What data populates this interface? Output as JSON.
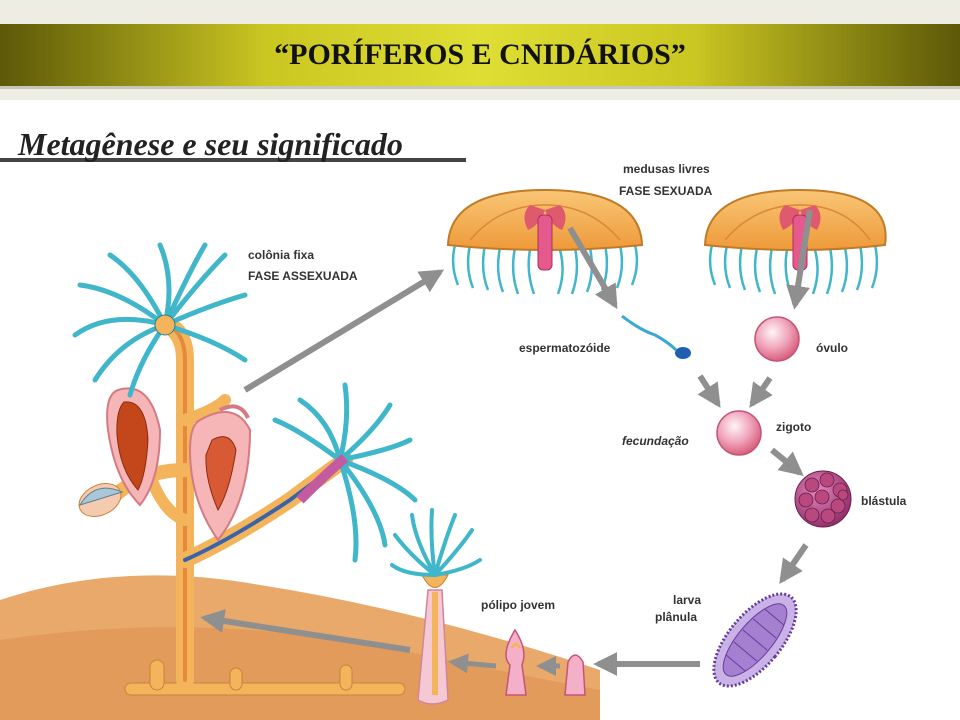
{
  "header": {
    "title": "“PORÍFEROS E CNIDÁRIOS”"
  },
  "section": {
    "subtitle": "Metagênese e seu significado"
  },
  "labels": {
    "colonia_fixa": "colônia fixa",
    "fase_assexuada": "FASE ASSEXUADA",
    "medusas_livres": "medusas livres",
    "fase_sexuada": "FASE SEXUADA",
    "espermatozoide": "espermatozóide",
    "ovulo": "óvulo",
    "zigoto": "zigoto",
    "fecundacao": "fecundação",
    "blastula": "blástula",
    "larva": "larva",
    "planula": "plânula",
    "polipo_jovem": "pólipo jovem"
  },
  "colors": {
    "banner": "#cbc722",
    "sand": "#e9a96a",
    "medusa_bell": "#f5b04a",
    "tentacle": "#3fb6c9",
    "egg": "#e98aa5",
    "blastula": "#a93f7a",
    "arrow": "#8f8f8f"
  }
}
